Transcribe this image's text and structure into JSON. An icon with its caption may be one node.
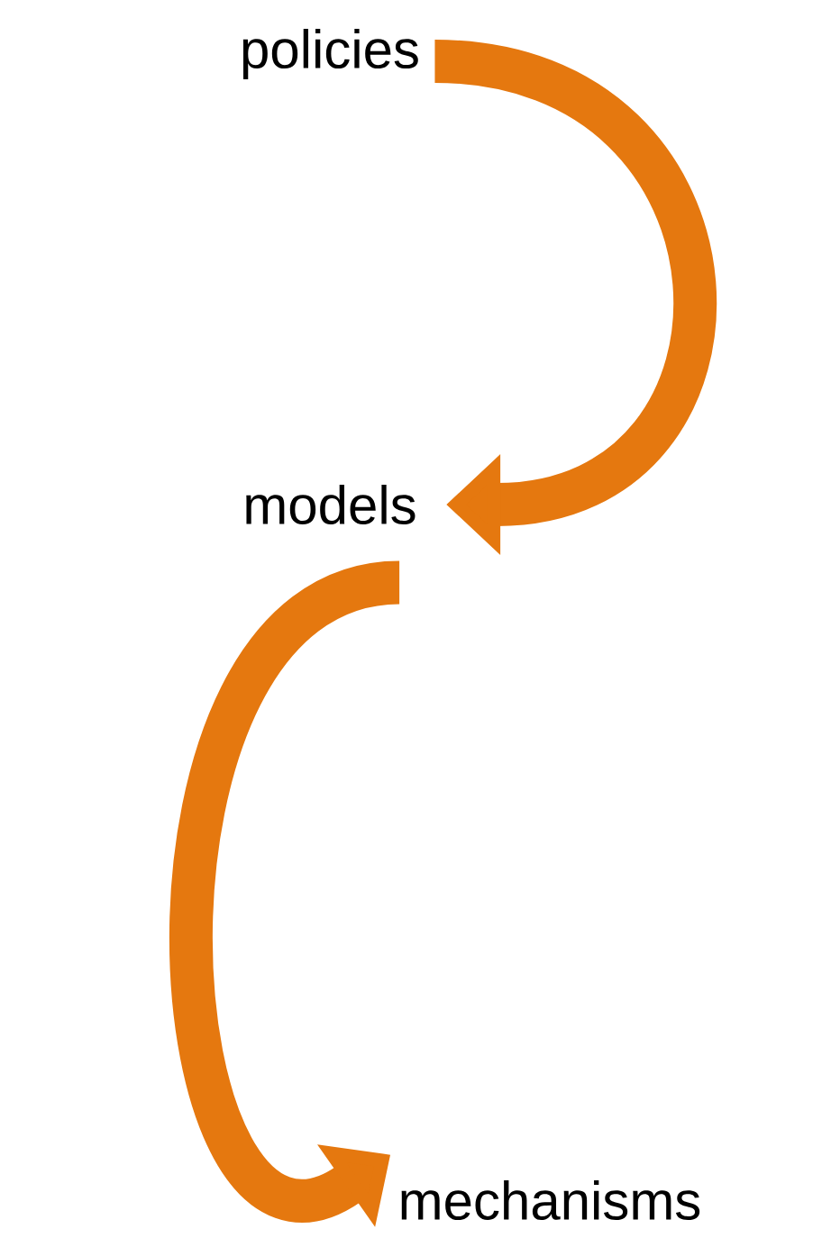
{
  "diagram": {
    "nodes": [
      {
        "text": [
          "policies"
        ]
      },
      {
        "text": [
          "models"
        ]
      },
      {
        "text": [
          "mechanisms"
        ]
      }
    ],
    "edges": [
      {
        "from": 0,
        "to": 1,
        "arrow": "to"
      },
      {
        "from": 1,
        "to": 2,
        "arrow": "to"
      }
    ]
  }
}
